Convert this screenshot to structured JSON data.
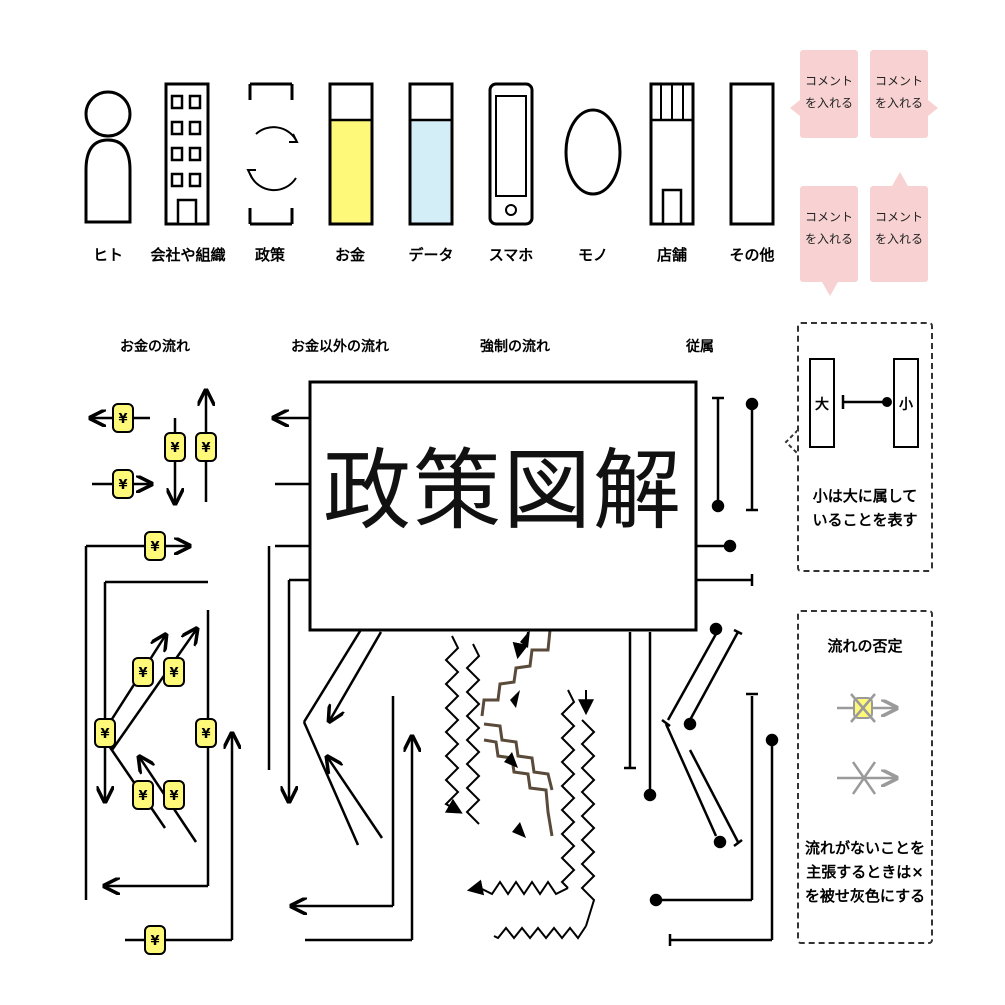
{
  "icons": [
    {
      "name": "person-icon",
      "label": "ヒト"
    },
    {
      "name": "building-icon",
      "label": "会社や組織"
    },
    {
      "name": "policy-cycle-icon",
      "label": "政策"
    },
    {
      "name": "money-container-icon",
      "label": "お金"
    },
    {
      "name": "data-container-icon",
      "label": "データ"
    },
    {
      "name": "smartphone-icon",
      "label": "スマホ"
    },
    {
      "name": "object-circle-icon",
      "label": "モノ"
    },
    {
      "name": "store-icon",
      "label": "店舗"
    },
    {
      "name": "other-box-icon",
      "label": "その他"
    }
  ],
  "comments": {
    "line1": "コメント",
    "line2": "を入れる"
  },
  "sections": {
    "money_flow": "お金の流れ",
    "non_money_flow": "お金以外の流れ",
    "forced_flow": "強制の流れ",
    "subordination": "従属"
  },
  "main_title": "政策図解",
  "subordination_legend": {
    "big": "大",
    "small": "小",
    "line1": "小は大に属して",
    "line2": "いることを表す"
  },
  "negation_legend": {
    "title": "流れの否定",
    "line1": "流れがないことを",
    "line2": "主張するときは×",
    "line3": "を被せ灰色にする"
  },
  "yen_symbol": "¥",
  "colors": {
    "money_yellow": "#fff97a",
    "data_blue": "#d4eef8",
    "comment_pink": "#f8d2d2",
    "negation_gray": "#9a9a9a"
  }
}
